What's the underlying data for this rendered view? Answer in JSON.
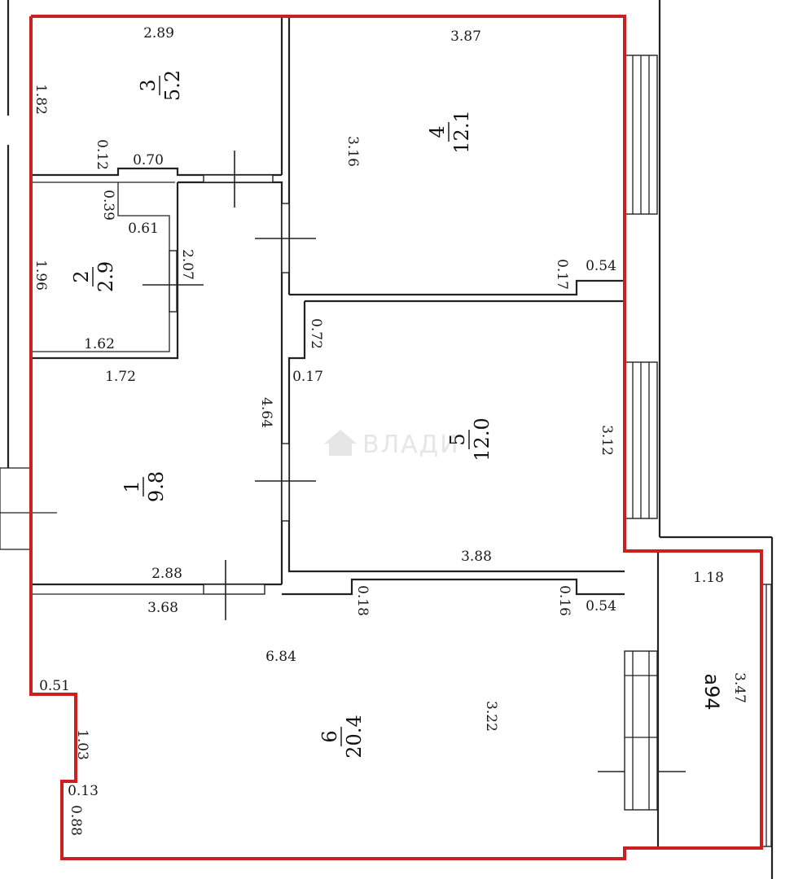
{
  "plan": {
    "outline_color": "#cc1f1f",
    "watermark": "ВЛАДИ",
    "balcony_label": "а94",
    "rooms": [
      {
        "id": "r1",
        "number": "1",
        "area": "9.8"
      },
      {
        "id": "r2",
        "number": "2",
        "area": "2.9"
      },
      {
        "id": "r3",
        "number": "3",
        "area": "5.2"
      },
      {
        "id": "r4",
        "number": "4",
        "area": "12.1"
      },
      {
        "id": "r5",
        "number": "5",
        "area": "12.0"
      },
      {
        "id": "r6",
        "number": "6",
        "area": "20.4"
      }
    ],
    "dimensions": [
      "2.89",
      "3.87",
      "1.82",
      "0.12",
      "0.70",
      "0.39",
      "0.61",
      "1.96",
      "2.07",
      "1.62",
      "1.72",
      "3.16",
      "0.17",
      "0.54",
      "0.72",
      "0.17",
      "4.64",
      "3.12",
      "3.88",
      "2.88",
      "3.68",
      "0.18",
      "0.16",
      "0.54",
      "1.18",
      "6.84",
      "3.47",
      "0.51",
      "3.22",
      "1.03",
      "0.13",
      "0.88"
    ]
  }
}
